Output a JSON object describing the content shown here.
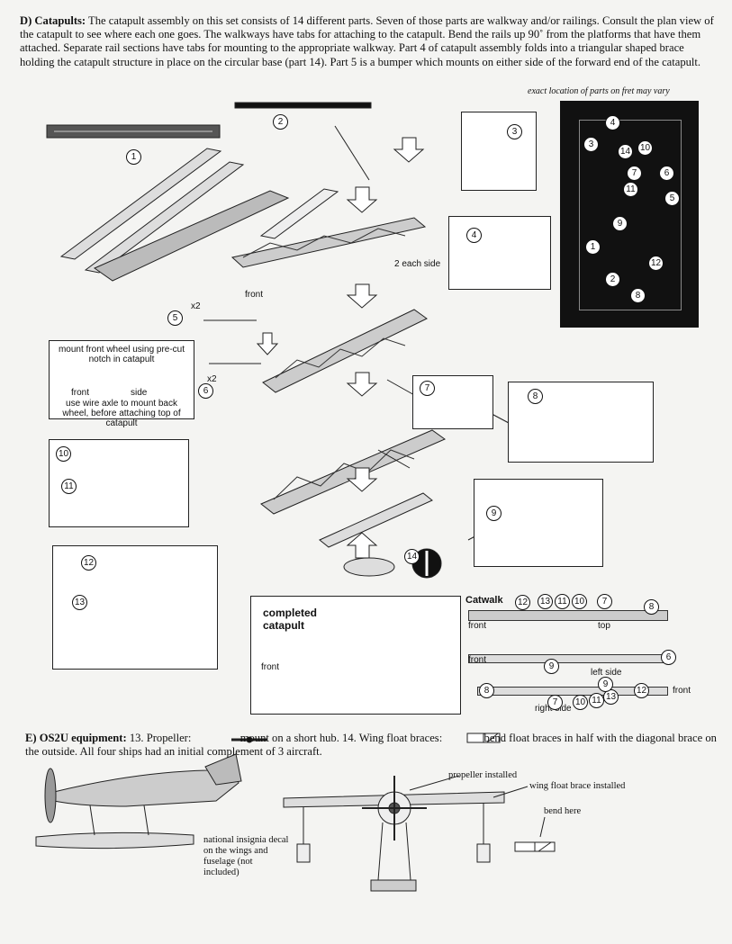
{
  "section_d": {
    "heading": "D) Catapults:",
    "body": "The catapult assembly on this set consists of 14 different parts. Seven of those parts are walkway and/or railings. Consult the plan view of the catapult to see where each one goes. The walkways have tabs for attaching to the catapult. Bend the rails up 90˚ from the platforms that have them attached. Separate rail sections have tabs for mounting to the appropriate walkway. Part 4 of catapult assembly folds into a triangular shaped brace holding the catapult structure in place on the circular base (part 14). Part 5 is a bumper which mounts on either side of the forward end of the catapult."
  },
  "fret_note": "exact location of parts on fret may vary",
  "labels": {
    "two_each_side": "2 each side",
    "front": "front",
    "x2_a": "x2",
    "x2_b": "x2",
    "wheel_note": "mount front wheel using pre-cut notch in catapult",
    "wheel_front": "front",
    "wheel_side": "side",
    "axle_note": "use wire axle to mount back wheel, before attaching top of catapult",
    "completed_catapult": "completed catapult",
    "completed_front": "front",
    "catwalk_title": "Catwalk",
    "catwalk_front_top": "front",
    "catwalk_top": "top",
    "catwalk_front_side": "front",
    "left_side": "left side",
    "right_side": "right side",
    "front_right": "front",
    "propeller_installed": "propeller installed",
    "wing_float_brace_installed": "wing float brace installed",
    "bend_here": "bend here",
    "insignia_note": "national insignia decal on the wings and fuselage (not included)"
  },
  "part_numbers": [
    "1",
    "2",
    "3",
    "4",
    "5",
    "6",
    "7",
    "8",
    "9",
    "10",
    "11",
    "12",
    "13",
    "14"
  ],
  "section_e": {
    "heading": "E) OS2U equipment:",
    "part13": "13. Propeller:",
    "part13_b": "mount on a short hub. 14. Wing float braces:",
    "part14_b": "bend float braces in half with the diagonal brace on the outside. All four ships had an initial complement of 3 aircraft."
  }
}
